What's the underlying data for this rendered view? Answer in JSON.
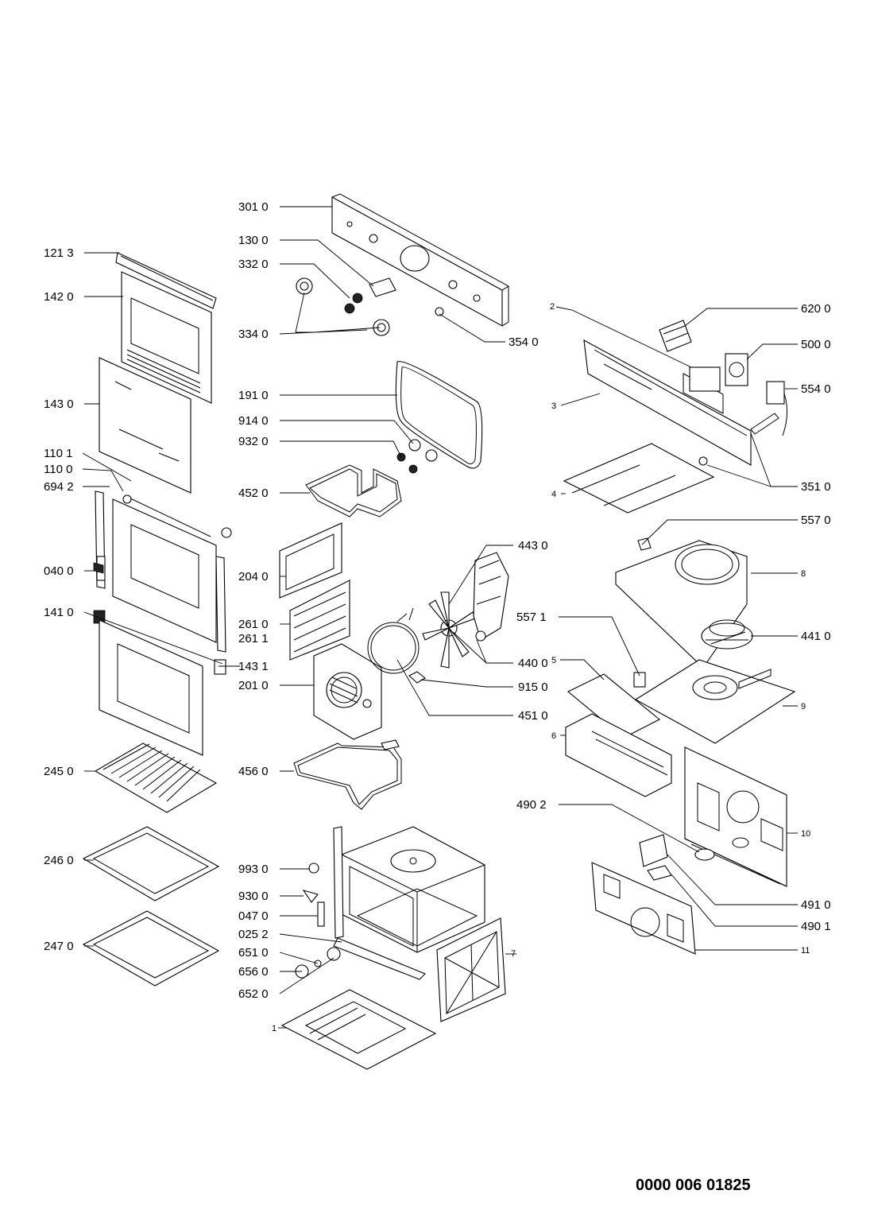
{
  "document_number": "0000 006 01825",
  "labels": {
    "p301_0": "301 0",
    "p130_0": "130 0",
    "p332_0": "332 0",
    "p334_0": "334 0",
    "p354_0": "354 0",
    "p121_3": "121 3",
    "p142_0": "142 0",
    "p143_0": "143 0",
    "p110_1": "110 1",
    "p110_0": "110 0",
    "p694_2": "694 2",
    "p040_0": "040 0",
    "p141_0": "141 0",
    "p245_0": "245 0",
    "p246_0": "246 0",
    "p247_0": "247 0",
    "p191_0": "191 0",
    "p914_0": "914 0",
    "p932_0": "932 0",
    "p452_0": "452 0",
    "p204_0": "204 0",
    "p261_0": "261 0",
    "p261_1": "261 1",
    "p143_1": "143 1",
    "p201_0": "201 0",
    "p456_0": "456 0",
    "p993_0": "993 0",
    "p930_0": "930 0",
    "p047_0": "047 0",
    "p025_2": "025 2",
    "p651_0": "651 0",
    "p656_0": "656 0",
    "p652_0": "652 0",
    "p1": "1",
    "p7": "7",
    "p443_0": "443 0",
    "p440_0": "440 0",
    "p915_0": "915 0",
    "p451_0": "451 0",
    "p557_1": "557 1",
    "p2": "2",
    "p3": "3",
    "p4": "4",
    "p5": "5",
    "p6": "6",
    "p8": "8",
    "p9": "9",
    "p10": "10",
    "p11": "11",
    "p620_0": "620 0",
    "p500_0": "500 0",
    "p554_0": "554 0",
    "p351_0": "351 0",
    "p557_0": "557 0",
    "p441_0": "441 0",
    "p490_2": "490 2",
    "p491_0": "491 0",
    "p490_1": "490 1"
  }
}
